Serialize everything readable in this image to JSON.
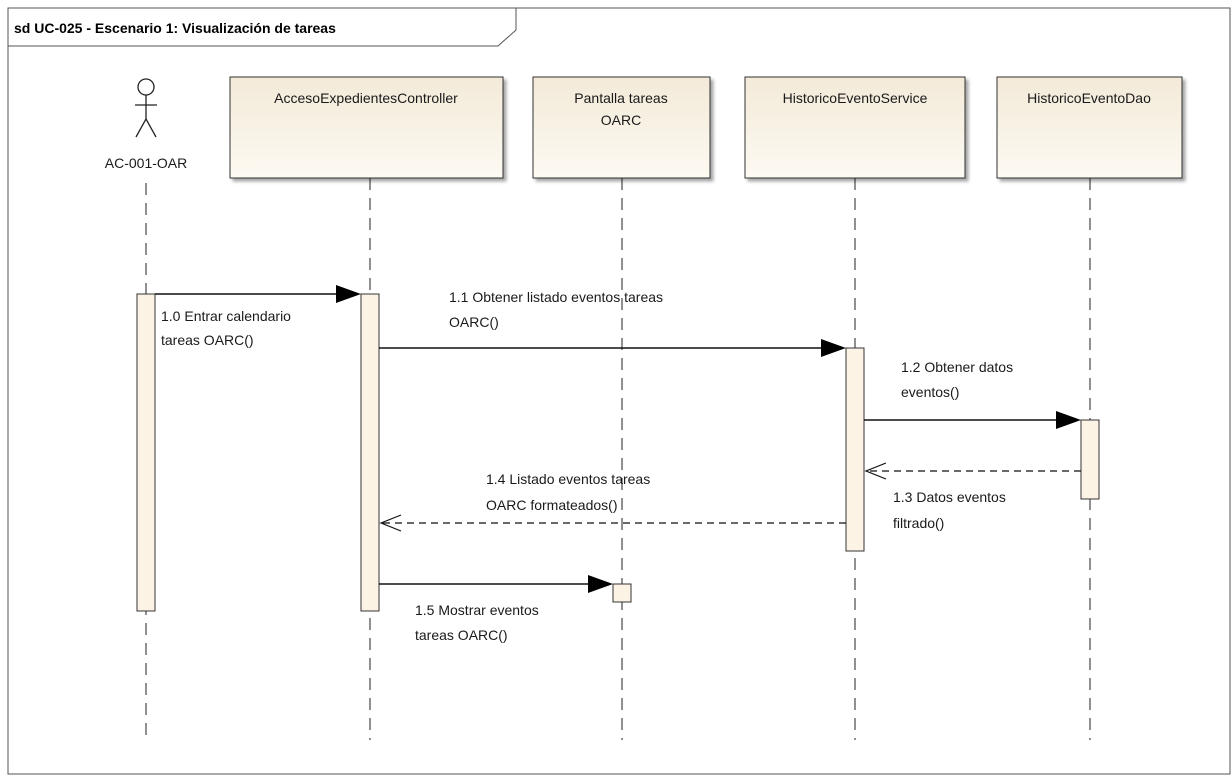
{
  "frame": {
    "title": "sd UC-025 - Escenario 1: Visualización de tareas"
  },
  "actor": {
    "name": "AC-001-OAR"
  },
  "lifelines": [
    {
      "name": "AccesoExpedientesController"
    },
    {
      "name_line1": "Pantalla tareas",
      "name_line2": "OARC"
    },
    {
      "name": "HistoricoEventoService"
    },
    {
      "name": "HistoricoEventoDao"
    }
  ],
  "messages": [
    {
      "line1": "1.0 Entrar calendario",
      "line2": "tareas OARC()"
    },
    {
      "line1": "1.1 Obtener listado eventos tareas",
      "line2": "OARC()"
    },
    {
      "line1": "1.2 Obtener datos",
      "line2": "eventos()"
    },
    {
      "line1": "1.3 Datos eventos",
      "line2": "filtrado()"
    },
    {
      "line1": "1.4 Listado eventos tareas",
      "line2": "OARC formateados()"
    },
    {
      "line1": "1.5 Mostrar eventos",
      "line2": "tareas OARC()"
    }
  ]
}
